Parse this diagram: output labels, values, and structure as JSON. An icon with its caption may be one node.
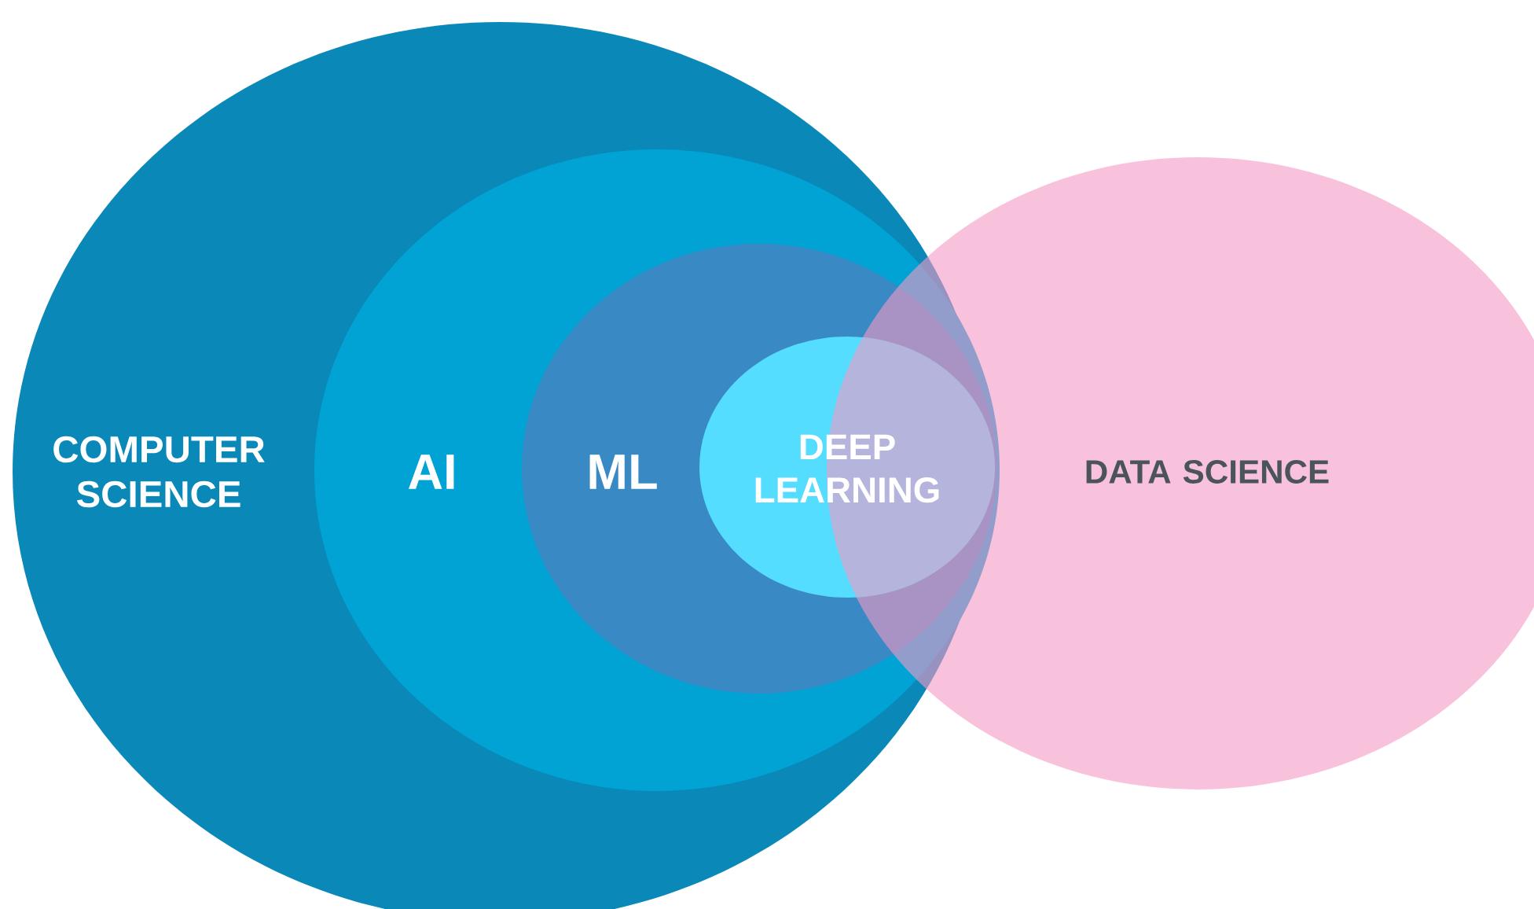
{
  "diagram": {
    "nodes": [
      {
        "text": [
          "COMPUTER SCIENCE"
        ]
      },
      {
        "text": [
          "AI"
        ],
        "in": 0
      },
      {
        "text": [
          "ML"
        ],
        "in": 1
      },
      {
        "text": [
          "DEEP LEARNING"
        ],
        "in": 2
      },
      {
        "text": [
          "DATA SCIENCE"
        ]
      }
    ]
  }
}
